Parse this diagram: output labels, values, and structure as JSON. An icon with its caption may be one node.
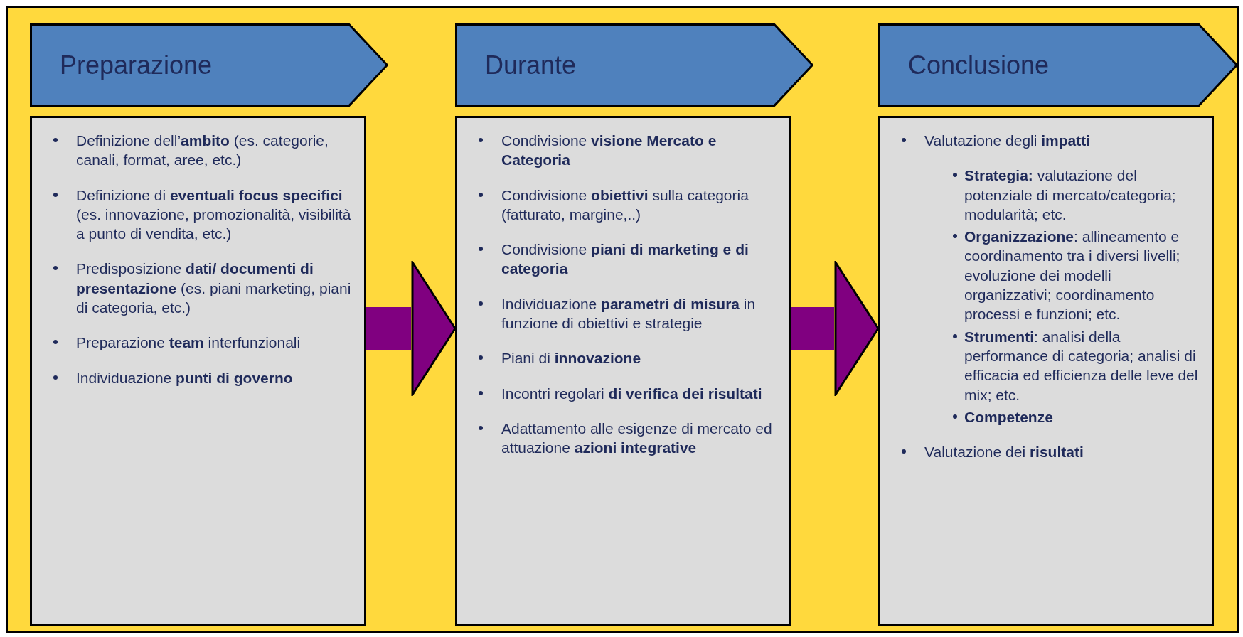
{
  "diagram": {
    "nodes": [
      {
        "text": [
          "Preparazione"
        ]
      },
      {
        "text": [
          "Definizione dell’**ambito** (es. categorie, canali, format, aree, etc.)",
          "Definizione di **eventuali focus specifici** (es. innovazione, promozionalità, visibilità a punto di vendita, etc.)",
          "Predisposizione **dati/ documenti di presentazione** (es. piani marketing, piani di categoria, etc.)",
          "Preparazione **team** interfunzionali",
          "Individuazione **punti di governo**"
        ]
      },
      {
        "text": [
          "Durante"
        ]
      },
      {
        "text": [
          "Condivisione **visione Mercato e Categoria**",
          "Condivisione **obiettivi** sulla categoria (fatturato, margine,..)",
          "Condivisione **piani di marketing e di categoria**",
          "Individuazione **parametri di misura** in funzione di obiettivi e strategie",
          "Piani di **innovazione**",
          "Incontri regolari **di verifica dei risultati**",
          "Adattamento alle esigenze di mercato ed attuazione **azioni integrative**"
        ]
      },
      {
        "text": [
          "Conclusione"
        ]
      },
      {
        "text": [
          "Valutazione degli **impatti**",
          "**Strategia:** valutazione del potenziale di mercato/categoria; modularità; etc.",
          "**Organizzazione**: allineamento e coordinamento tra i diversi livelli; evoluzione dei modelli organizzativi; coordinamento processi e funzioni; etc.",
          "**Strumenti**: analisi della performance di categoria; analisi di efficacia ed efficienza delle leve del mix; etc.",
          "Competenze",
          "Valutazione dei **risultati**"
        ]
      }
    ],
    "edges": [
      {
        "from": 1,
        "to": 3,
        "arrow": "to"
      },
      {
        "from": 3,
        "to": 5,
        "arrow": "to"
      }
    ]
  }
}
